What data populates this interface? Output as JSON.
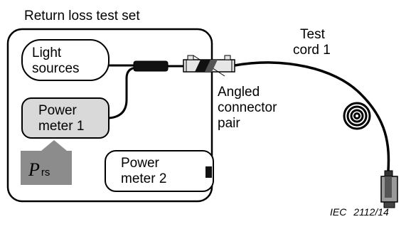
{
  "title": "Return loss test set",
  "light_sources": [
    "Light",
    "sources"
  ],
  "power_meter_1": [
    "Power",
    "meter 1"
  ],
  "power_meter_2": [
    "Power",
    "meter 2"
  ],
  "test_cord": [
    "Test",
    "cord 1"
  ],
  "connector": [
    "Angled",
    "connector",
    "pair"
  ],
  "prs": {
    "symbol": "P",
    "subscript": "rs"
  },
  "figure_ref": "IEC 2112/14",
  "colors": {
    "outline": "#000000",
    "meter_fill": "#d9d9d9",
    "prs_fill": "#8c8c8c",
    "connector_fill": "#e6e6e6",
    "plug_fill": "#9a9a9a"
  }
}
